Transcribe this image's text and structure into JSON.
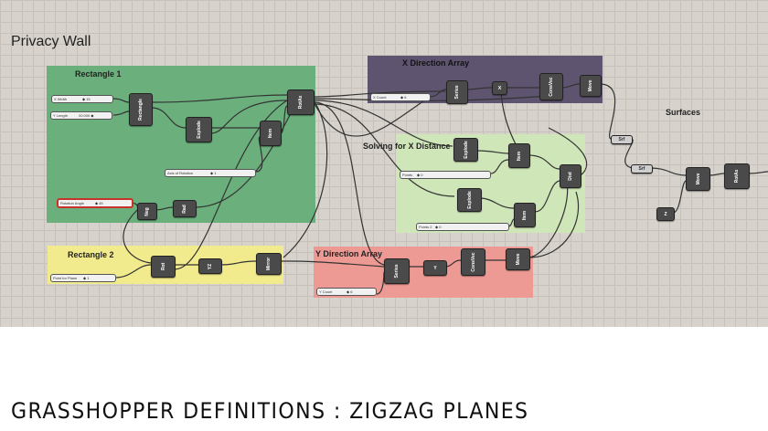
{
  "title": "Privacy Wall",
  "footer": "GRASSHOPPER DEFINITIONS : ZIGZAG PLANES",
  "groups": {
    "rect1": {
      "label": "Rectangle 1",
      "color": "#6bb07c"
    },
    "rect2": {
      "label": "Rectangle 2",
      "color": "#f2eb8e"
    },
    "xarray": {
      "label": "X Direction Array",
      "color": "#5e5470"
    },
    "solving": {
      "label": "Solving for X Distance",
      "color": "#cfe6b8"
    },
    "yarray": {
      "label": "Y Direction Array",
      "color": "#ee9a94"
    },
    "surfaces": {
      "label": "Surfaces"
    }
  },
  "components": {
    "rectangle": "Rectangle",
    "explode1": "Explode",
    "item1": "Item",
    "rotate3d": "RotAx",
    "neg": "Neg",
    "rad": "Rad",
    "rot": "Rot",
    "yz": "YZ",
    "mirror": "Mirror",
    "series_x": "Series",
    "x_vec": "X",
    "consvec_x": "ConsVec",
    "move_x": "Move",
    "explode2": "Explode",
    "item2": "Item",
    "dist": "Dist",
    "explode3": "Explode",
    "item3": "Item",
    "series_y": "Series",
    "y_vec": "Y",
    "consvec_y": "ConsVec",
    "move_y": "Move",
    "relay1": "Srf",
    "relay2": "Srf",
    "z_vec": "Z",
    "move_s": "Move",
    "rotax_s": "RotAx"
  },
  "sliders": {
    "x_width": {
      "label": "X Width",
      "value": "◆ 15"
    },
    "y_length": {
      "label": "Y Length",
      "value": "20.000 ◆"
    },
    "axis_rotation": {
      "label": "Axis of Rotation",
      "value": "◆ 1"
    },
    "rotation_angle": {
      "label": "Rotation Angle",
      "value": "◆ 45"
    },
    "point_planes": {
      "label": "Point for Plane",
      "value": "◆ 1"
    },
    "x_count": {
      "label": "X Count",
      "value": "◆ 6"
    },
    "points1": {
      "label": "Points",
      "value": "◆ 0"
    },
    "points2": {
      "label": "Points 2",
      "value": "◆ 0"
    },
    "y_count": {
      "label": "Y Count",
      "value": "◆ 6"
    }
  },
  "colors": {
    "canvas": "#d7d3cc",
    "component": "#4a4a4a",
    "wire": "#333333",
    "selected_slider": "#c8322a"
  }
}
